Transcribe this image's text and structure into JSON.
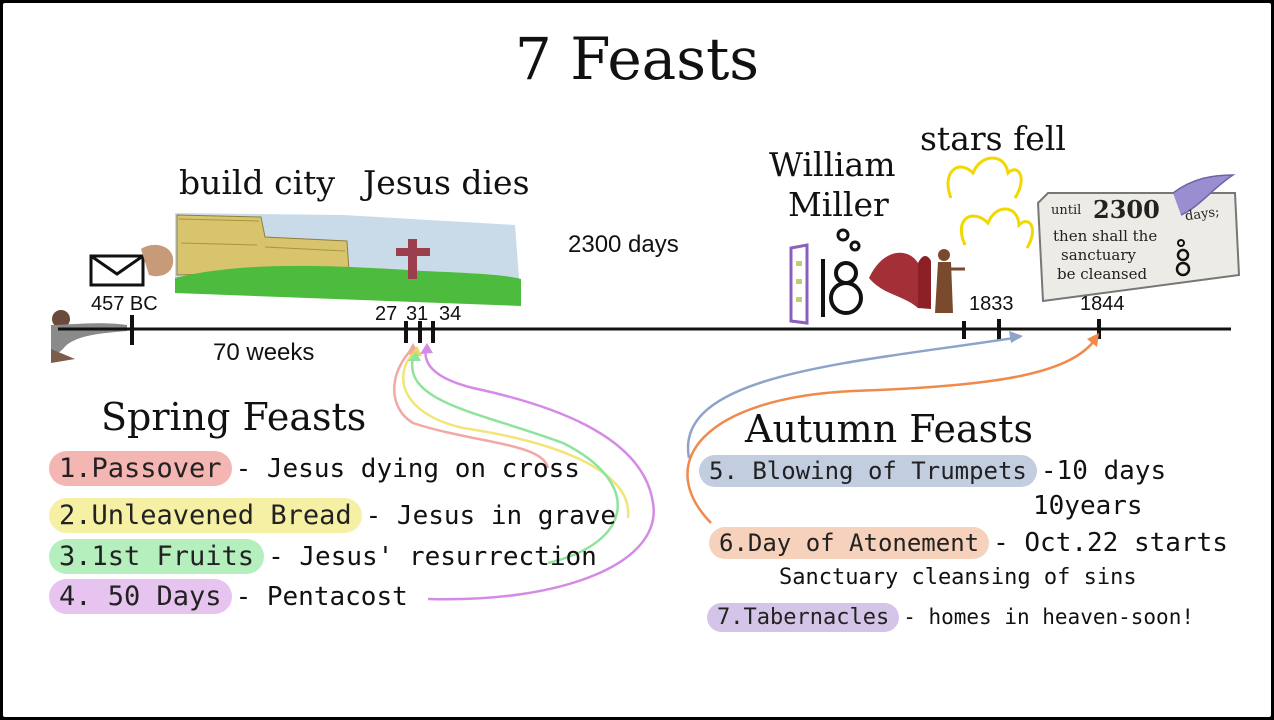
{
  "title": "7 Feasts",
  "timeline_labels": {
    "build_city": "build city",
    "jesus_dies": "Jesus dies",
    "william_miller_1": "William",
    "william_miller_2": "Miller",
    "stars_fell": "stars fell",
    "days_2300": "2300 days",
    "weeks_70": "70 weeks"
  },
  "ticks": {
    "t457": "457 BC",
    "t27": "27",
    "t31": "31",
    "t34": "34",
    "t1833": "1833",
    "t1844": "1844"
  },
  "scroll": {
    "until": "until",
    "num": "2300",
    "days": "days;",
    "line1": "then shall the",
    "line2": "sanctuary",
    "line3": "be cleansed"
  },
  "spring": {
    "heading": "Spring Feasts",
    "items": [
      {
        "name": "1.Passover",
        "desc": "- Jesus dying on cross",
        "color": "#f4b6b3"
      },
      {
        "name": "2.Unleavened Bread",
        "desc": "- Jesus in grave",
        "color": "#f6f0a4"
      },
      {
        "name": "3.1st Fruits",
        "desc": "- Jesus' resurrection",
        "color": "#b5efbe"
      },
      {
        "name": "4. 50 Days",
        "desc": "- Pentacost",
        "color": "#e7c3ef"
      }
    ]
  },
  "autumn": {
    "heading": "Autumn Feasts",
    "items": [
      {
        "name": "5. Blowing of Trumpets",
        "desc": "-10 days",
        "desc2": "10years",
        "color": "#c3cde0"
      },
      {
        "name": "6.Day of Atonement",
        "desc": "- Oct.22 starts",
        "desc2": "Sanctuary cleansing of sins",
        "color": "#f6d1bb"
      },
      {
        "name": "7.Tabernacles",
        "desc": "- homes in heaven-soon!",
        "desc2": "",
        "color": "#d4c4e8"
      }
    ]
  },
  "arrow_colors": {
    "passover": "#f2a9a6",
    "unleavened": "#f1e57a",
    "fruits": "#8fe39c",
    "fifty": "#d48be6",
    "trumpets": "#8ea3c9",
    "atonement": "#ef8a4a"
  }
}
